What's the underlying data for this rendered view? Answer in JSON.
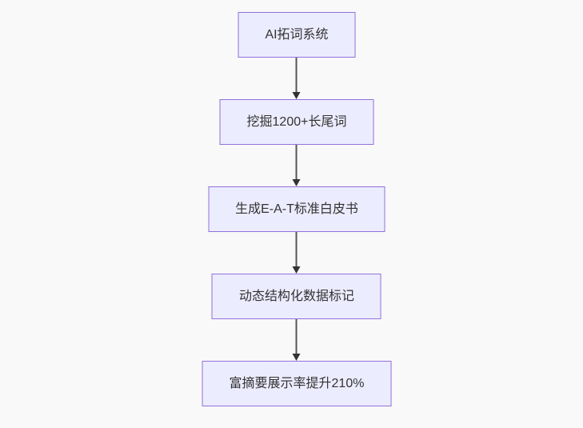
{
  "diagram": {
    "type": "flowchart-top-down",
    "colors": {
      "background": "#f9f9f9",
      "node_fill": "#ECECFF",
      "node_border": "#9370DB",
      "text": "#333333",
      "arrow_line": "#555555",
      "arrow_head": "#333333"
    },
    "nodes": [
      {
        "id": "n1",
        "label": "AI拓词系统"
      },
      {
        "id": "n2",
        "label": "挖掘1200+长尾词"
      },
      {
        "id": "n3",
        "label": "生成E-A-T标准白皮书"
      },
      {
        "id": "n4",
        "label": "动态结构化数据标记"
      },
      {
        "id": "n5",
        "label": "富摘要展示率提升210%"
      }
    ],
    "edges": [
      {
        "from": "n1",
        "to": "n2",
        "style": "arrow-down"
      },
      {
        "from": "n2",
        "to": "n3",
        "style": "arrow-down"
      },
      {
        "from": "n3",
        "to": "n4",
        "style": "arrow-down"
      },
      {
        "from": "n4",
        "to": "n5",
        "style": "arrow-down"
      }
    ]
  }
}
